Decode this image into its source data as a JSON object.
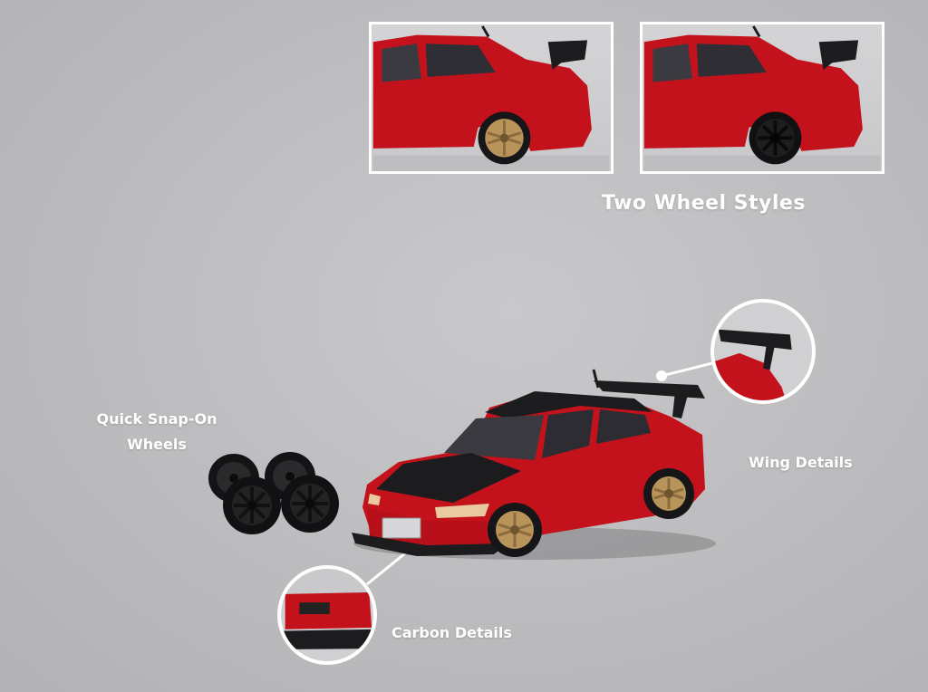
{
  "headline": "Two Wheel Styles",
  "callouts": {
    "wheels": "Quick Snap-On\nWheels",
    "wing": "Wing Details",
    "carbon": "Carbon Details"
  },
  "colors": {
    "body_red": "#c4121c",
    "carbon_black": "#1c1c1e",
    "gold_wheel": "#b8935a",
    "background": "#c2c2c4",
    "frame": "#ffffff"
  }
}
